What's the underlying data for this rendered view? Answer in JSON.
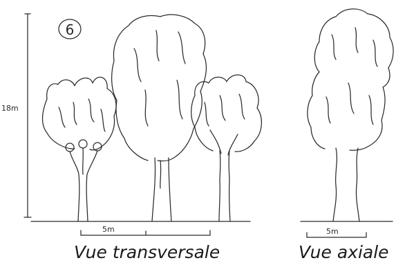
{
  "sheet_number": "6",
  "height_label": "18m",
  "scale_left": "5m",
  "scale_right": "5m",
  "caption_left": "Vue transversale",
  "caption_right": "Vue axiale"
}
